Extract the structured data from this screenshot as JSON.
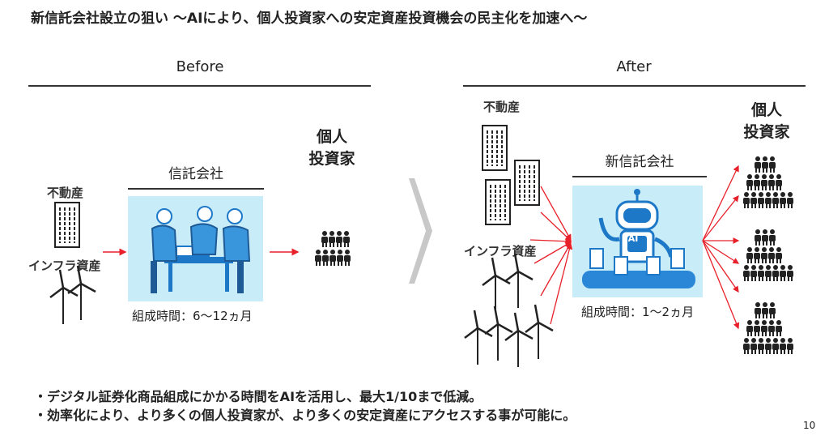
{
  "title": "新信託会社設立の狙い ～AIにより、個人投資家への安定資産投資機会の民主化を加速へ～",
  "before": {
    "heading": "Before",
    "real_estate": "不動産",
    "infrastructure": "インフラ資産",
    "company": "信託会社",
    "duration": "組成時間：6～12ヵ月",
    "investors": [
      "個人",
      "投資家"
    ]
  },
  "after": {
    "heading": "After",
    "real_estate": "不動産",
    "infrastructure": "インフラ資産",
    "company": "新信託会社",
    "robot_badge": "AI",
    "duration": "組成時間：1～2ヵ月",
    "investors": [
      "個人",
      "投資家"
    ]
  },
  "bullets": [
    "・デジタル証券化商品組成にかかる時間をAIを活用し、最大1/10まで低減。",
    "・効率化により、より多くの個人投資家が、より多くの安定資産にアクセスする事が可能に。"
  ],
  "page_number": "10",
  "colors": {
    "arrow": "#e8202a",
    "box": "#c9ecf9",
    "icon_blue": "#1e78c8",
    "chevron": "#c8c8c8"
  }
}
